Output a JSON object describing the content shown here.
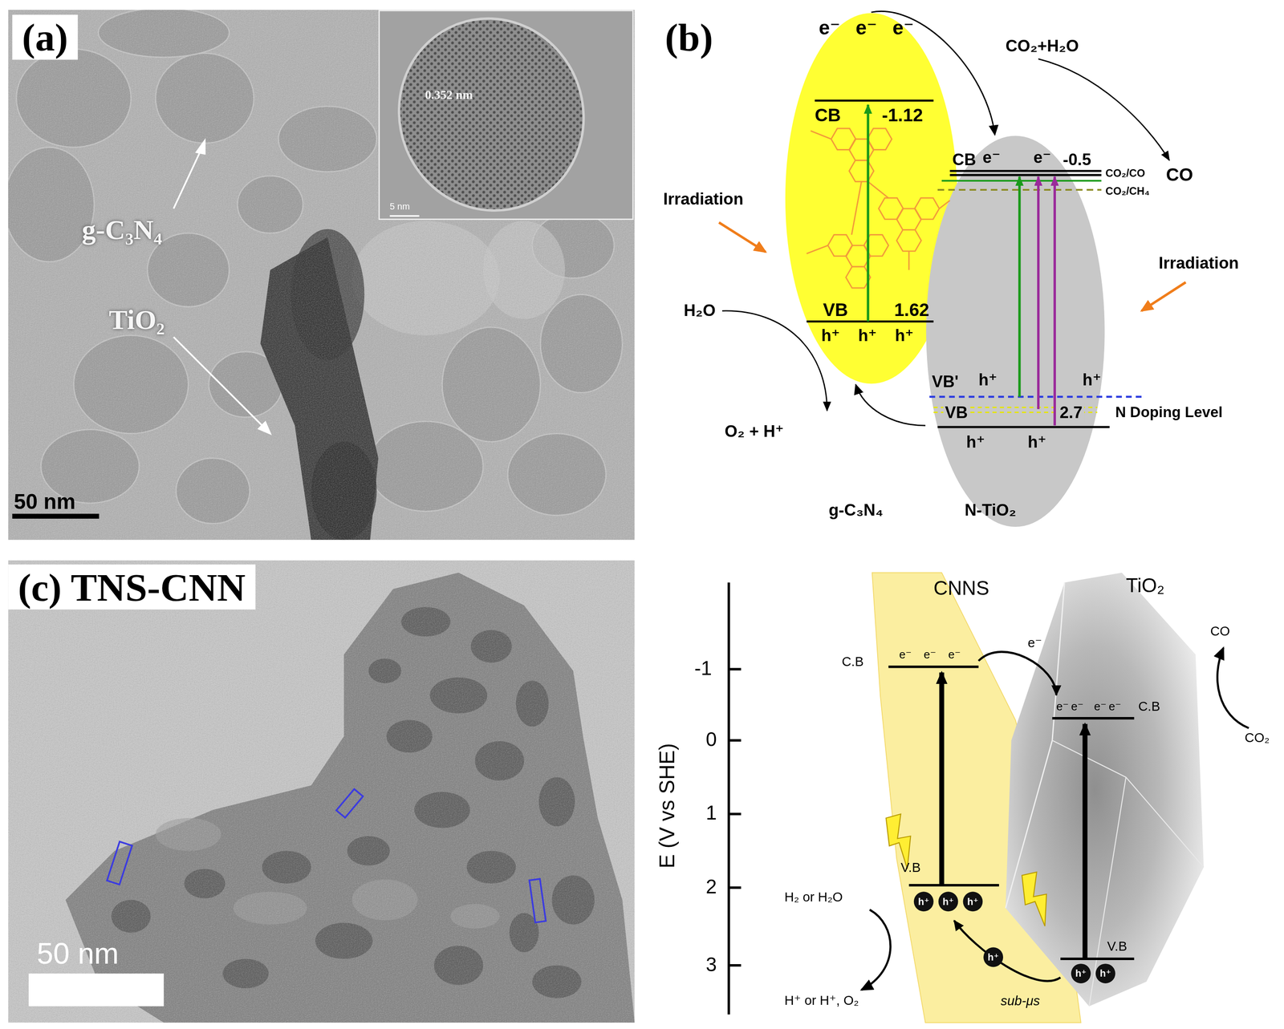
{
  "diagram": {
    "nodes": [
      {
        "text": [
          "g-C₃N₄"
        ]
      },
      {
        "text": [
          "N-TiO₂"
        ]
      },
      {
        "text": [
          "CNNS"
        ]
      },
      {
        "text": [
          "TiO₂"
        ]
      }
    ],
    "edges": [
      {
        "from": 0,
        "to": 1,
        "arrow": "to"
      },
      {
        "from": 1,
        "to": 0,
        "arrow": "to"
      },
      {
        "from": 2,
        "to": 3,
        "arrow": "to",
        "label": "e⁻"
      },
      {
        "from": 3,
        "to": 2,
        "arrow": "to",
        "label": "sub-μs"
      }
    ],
    "labels": [
      "(a)",
      "0.352 nm",
      "5 nm",
      "g-C₃N₄",
      "TiO₂",
      "50 nm",
      "(b)",
      "e⁻",
      "e⁻",
      "e⁻",
      "CB",
      "-1.12",
      "VB",
      "1.62",
      "h⁺",
      "h⁺",
      "h⁺",
      "Irradiation",
      "Irradiation",
      "H₂O",
      "O₂ + H⁺",
      "CO₂+H₂O",
      "CB",
      "e⁻",
      "e⁻",
      "-0.5",
      "CO₂/CO",
      "CO",
      "CO₂/CH₄",
      "VB'",
      "h⁺",
      "h⁺",
      "VB",
      "2.7",
      "N Doping Level",
      "h⁺",
      "h⁺",
      "(c) TNS-CNN",
      "50 nm",
      "E (V vs SHE)",
      "-1",
      "0",
      "1",
      "2",
      "3",
      "C.B",
      "e⁻",
      "e⁻",
      "e⁻",
      "C.B",
      "e⁻",
      "e⁻",
      "e⁻",
      "e⁻",
      "CO",
      "CO₂",
      "V.B",
      "h⁺",
      "h⁺",
      "h⁺",
      "H₂ or H₂O",
      "H⁺ or H⁺, O₂",
      "V.B",
      "h⁺",
      "h⁺",
      "h⁺"
    ]
  }
}
